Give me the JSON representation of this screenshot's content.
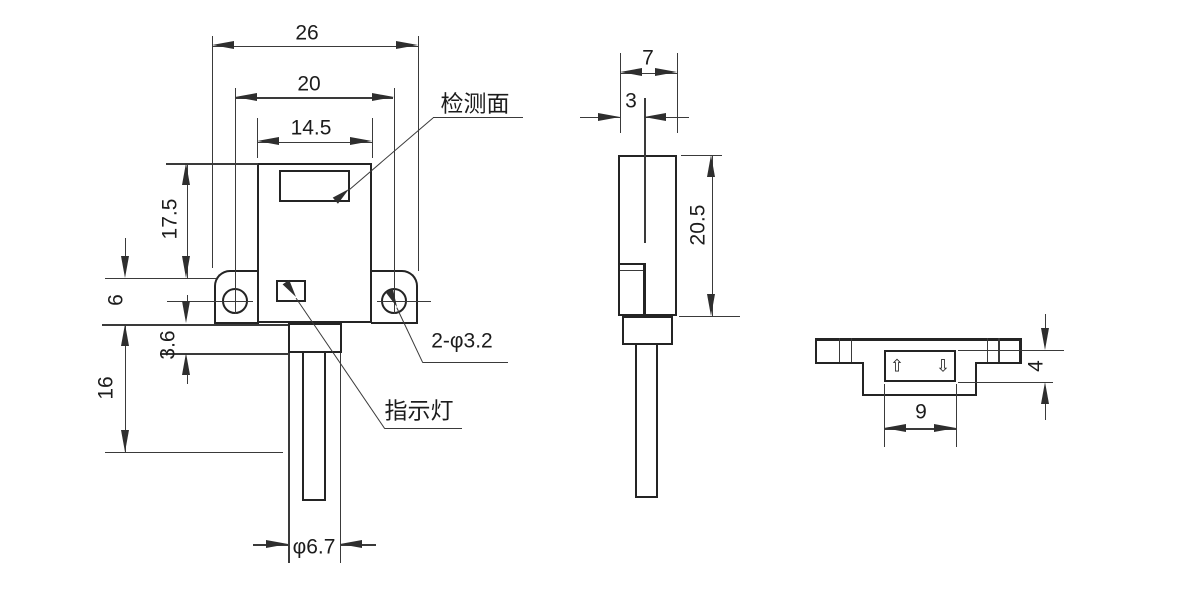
{
  "front": {
    "overall_width": "26",
    "hole_spacing": "20",
    "body_width": "14.5",
    "hole_offset_top": "17.5",
    "ear_height": "6",
    "collar_height": "3.6",
    "cable_length": "16",
    "cable_dia": "φ6.7",
    "label_detection_face": "检测面",
    "label_mount_holes": "2-φ3.2",
    "label_indicator": "指示灯"
  },
  "side": {
    "thickness": "7",
    "axis_offset": "3",
    "body_height": "20.5"
  },
  "top": {
    "window_width": "9",
    "window_height": "4",
    "arrow_up": "⇧",
    "arrow_down": "⇩"
  }
}
